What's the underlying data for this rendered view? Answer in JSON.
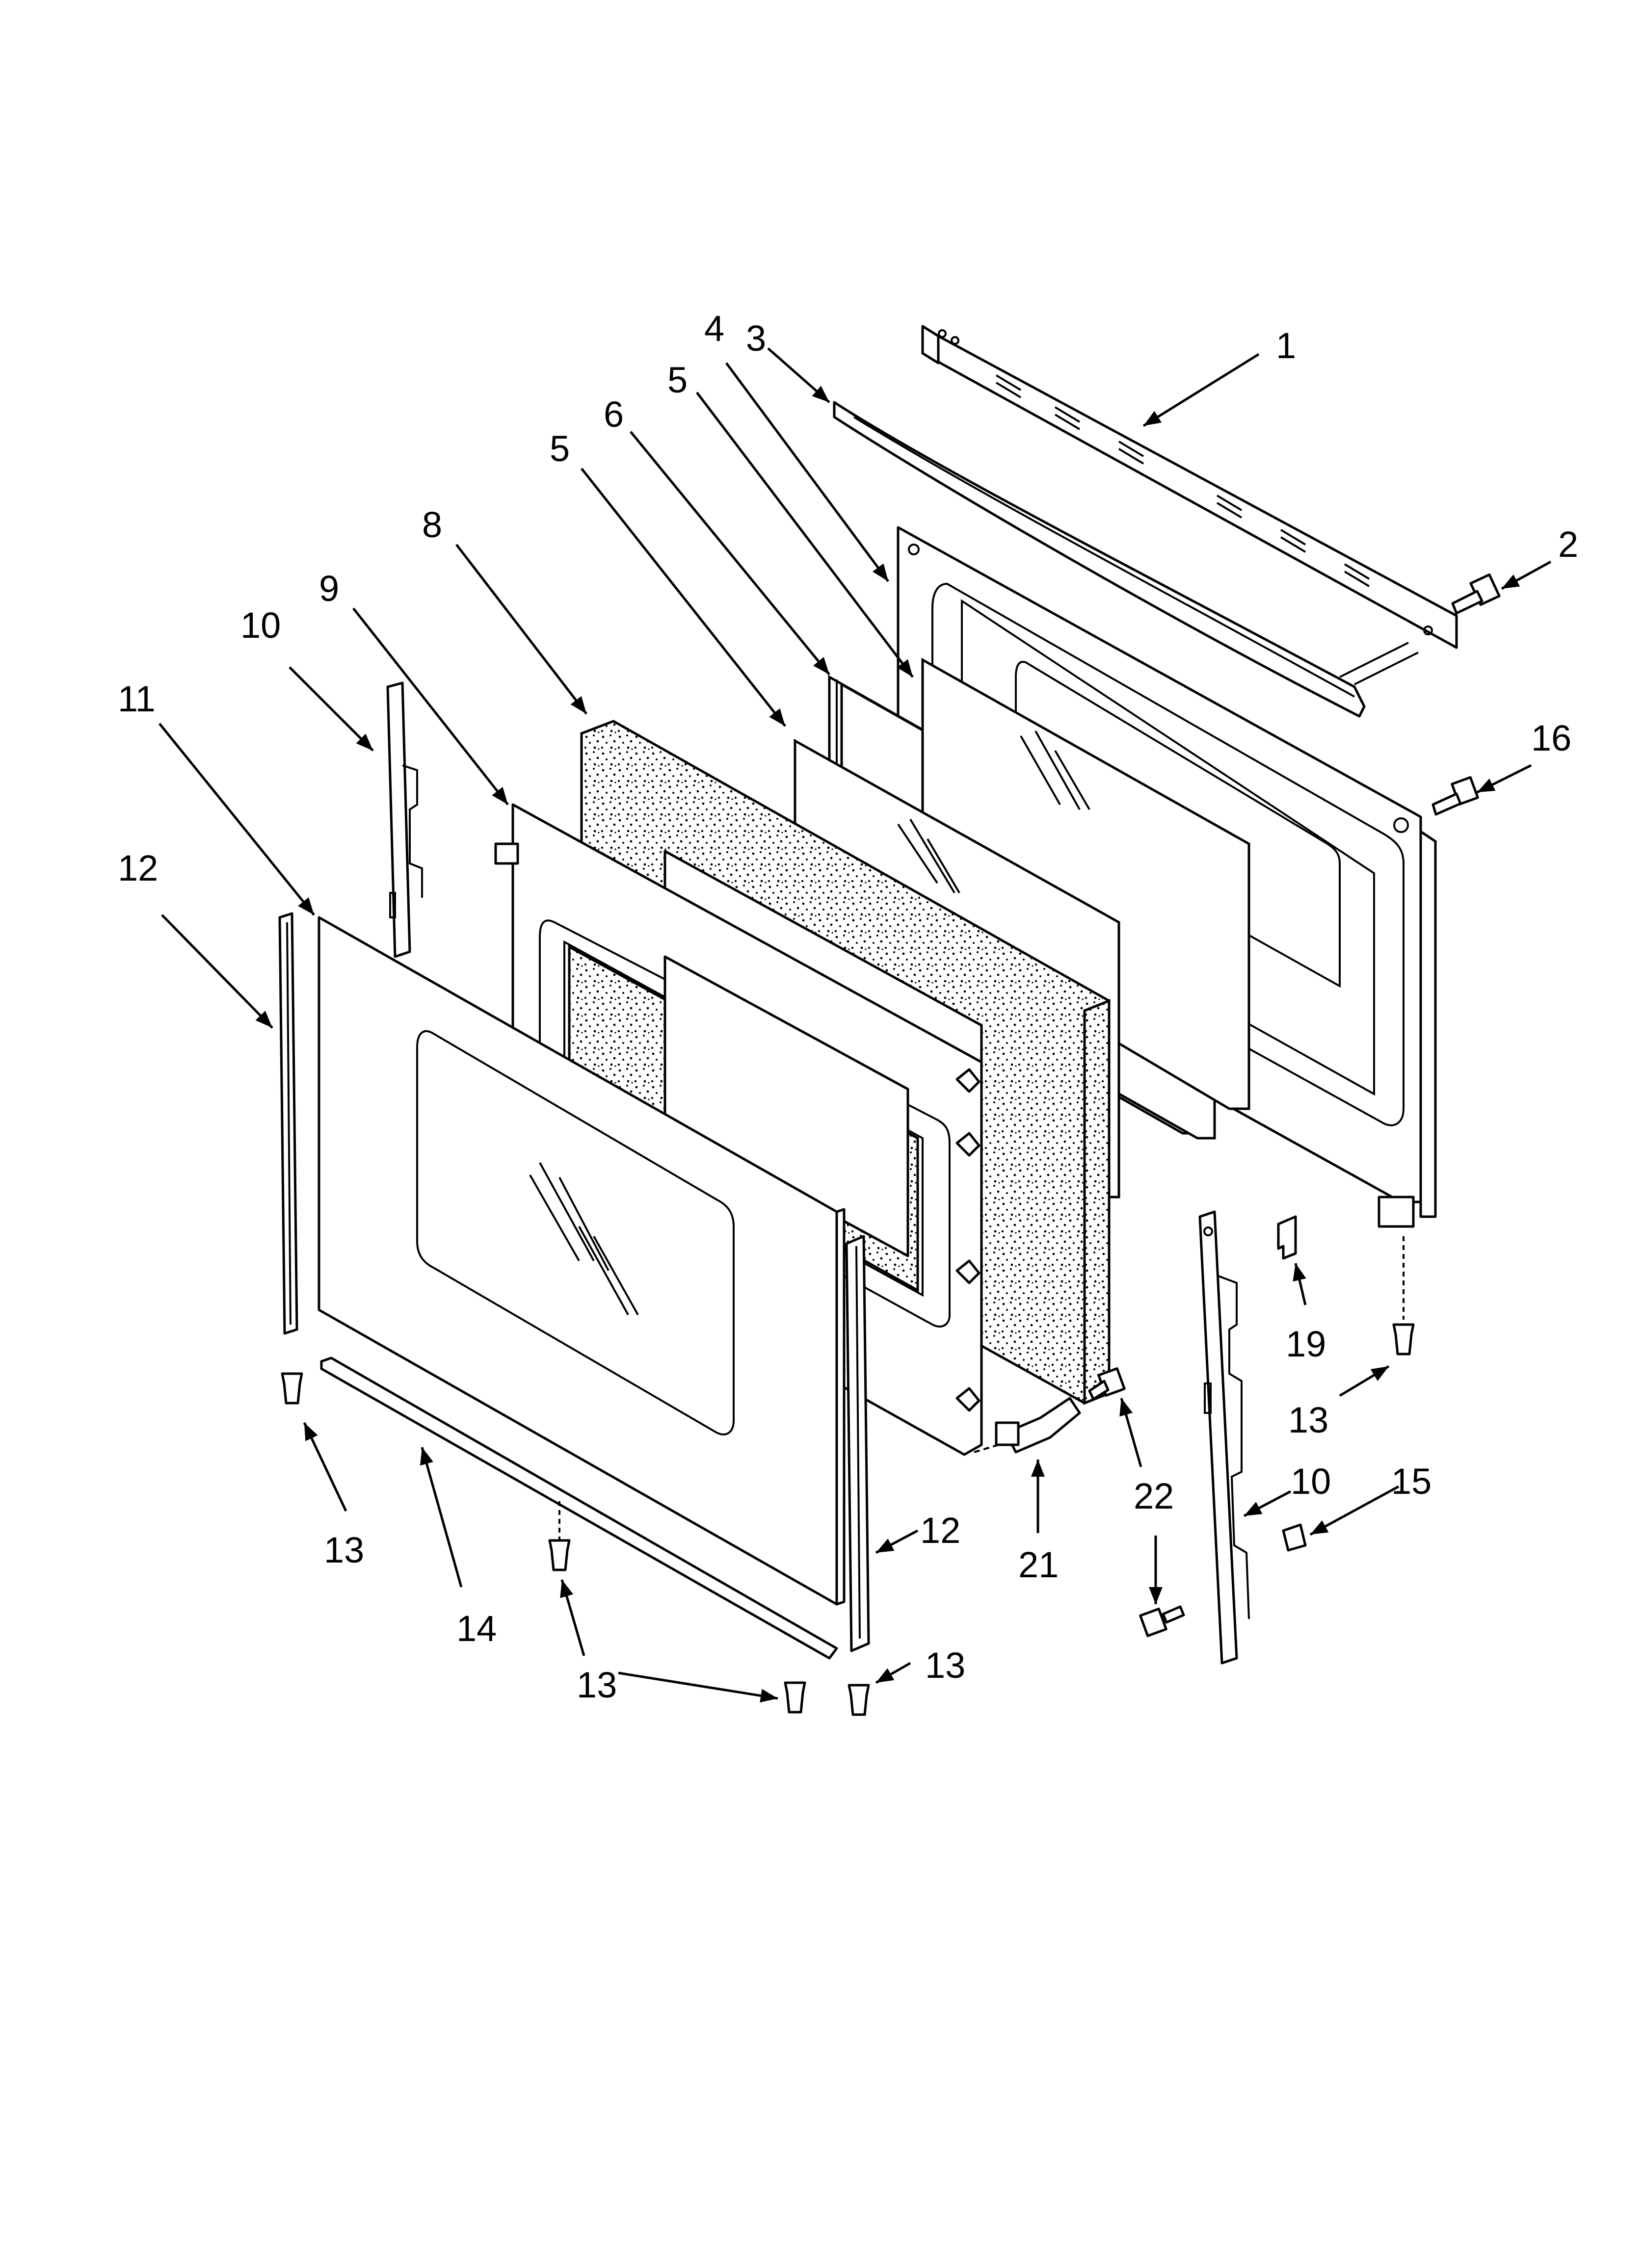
{
  "diagram": {
    "callouts": [
      {
        "id": "c1",
        "label": "1"
      },
      {
        "id": "c2",
        "label": "2"
      },
      {
        "id": "c3",
        "label": "3"
      },
      {
        "id": "c4",
        "label": "4"
      },
      {
        "id": "c5a",
        "label": "5"
      },
      {
        "id": "c5b",
        "label": "5"
      },
      {
        "id": "c6",
        "label": "6"
      },
      {
        "id": "c8",
        "label": "8"
      },
      {
        "id": "c9",
        "label": "9"
      },
      {
        "id": "c10a",
        "label": "10"
      },
      {
        "id": "c10b",
        "label": "10"
      },
      {
        "id": "c11",
        "label": "11"
      },
      {
        "id": "c12a",
        "label": "12"
      },
      {
        "id": "c12b",
        "label": "12"
      },
      {
        "id": "c13a",
        "label": "13"
      },
      {
        "id": "c13b",
        "label": "13"
      },
      {
        "id": "c13c",
        "label": "13"
      },
      {
        "id": "c13d",
        "label": "13"
      },
      {
        "id": "c14",
        "label": "14"
      },
      {
        "id": "c15",
        "label": "15"
      },
      {
        "id": "c16",
        "label": "16"
      },
      {
        "id": "c19",
        "label": "19"
      },
      {
        "id": "c21",
        "label": "21"
      },
      {
        "id": "c22",
        "label": "22"
      }
    ]
  }
}
